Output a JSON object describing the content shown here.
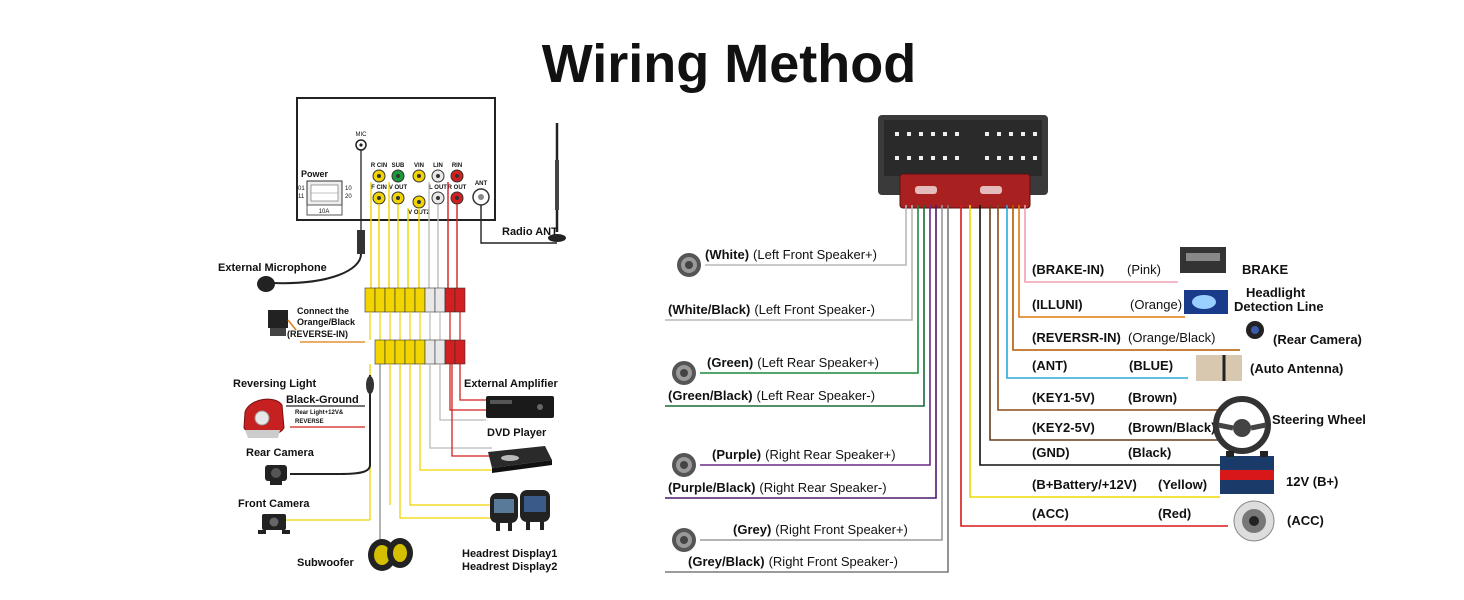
{
  "title": "Wiring Method",
  "left": {
    "unit": {
      "power": "Power",
      "pin_01": "01",
      "pin_10": "10",
      "pin_11": "11",
      "pin_20": "20",
      "fuse": "10A",
      "mic": "MIC",
      "ant": "ANT",
      "jacks_top": [
        "R CIN",
        "SUB",
        "VIN",
        "LIN",
        "RIN"
      ],
      "jacks_bottom": [
        "F CIN",
        "V OUT",
        "L OUT",
        "R OUT"
      ],
      "v_out2": "V OUT2"
    },
    "labels": {
      "radio_ant": "Radio ANT",
      "external_microphone": "External Microphone",
      "connect_line1": "Connect the",
      "connect_line2": "Orange/Black",
      "connect_line3": "(REVERSE-IN)",
      "reversing_light": "Reversing Light",
      "black_ground": "Black-Ground",
      "rear_light_1": "Rear Light+12V&",
      "rear_light_2": "REVERSE",
      "rear_camera": "Rear Camera",
      "front_camera": "Front Camera",
      "subwoofer": "Subwoofer",
      "external_amplifier": "External Amplifier",
      "dvd_player": "DVD Player",
      "headrest_1": "Headrest Display1",
      "headrest_2": "Headrest Display2"
    }
  },
  "speakers": [
    {
      "label": "(White)",
      "desc": "(Left Front Speaker+)",
      "color": "#b8b8b8"
    },
    {
      "label": "(White/Black)",
      "desc": "(Left Front Speaker-)",
      "color": "#b8b8b8"
    },
    {
      "label": "(Green)",
      "desc": "(Left Rear Speaker+)",
      "color": "#1a8a3a"
    },
    {
      "label": "(Green/Black)",
      "desc": "(Left Rear Speaker-)",
      "color": "#1a6a3a"
    },
    {
      "label": "(Purple)",
      "desc": "(Right Rear Speaker+)",
      "color": "#6a2a8a"
    },
    {
      "label": "(Purple/Black)",
      "desc": "(Right Rear Speaker-)",
      "color": "#4a1a6a"
    },
    {
      "label": "(Grey)",
      "desc": "(Right Front Speaker+)",
      "color": "#9a9a9a"
    },
    {
      "label": "(Grey/Black)",
      "desc": "(Right Front Speaker-)",
      "color": "#7a7a7a"
    }
  ],
  "right_wires": [
    {
      "label": "(BRAKE-IN)",
      "color_name": "(Pink)",
      "target": "BRAKE",
      "color": "#f2a0b4"
    },
    {
      "label": "(ILLUNI)",
      "color_name": "(Orange)",
      "target": "Headlight",
      "target2": "Detection Line",
      "color": "#e07a10"
    },
    {
      "label": "(REVERSR-IN)",
      "color_name": "(Orange/Black)",
      "target": "(Rear Camera)",
      "color": "#b35a00"
    },
    {
      "label": "(ANT)",
      "color_name": "(BLUE)",
      "target": "(Auto Antenna)",
      "color": "#2aa8d8"
    },
    {
      "label": "(KEY1-5V)",
      "color_name": "(Brown)",
      "target": "Steering Wheel",
      "color": "#8a4a1a"
    },
    {
      "label": "(KEY2-5V)",
      "color_name": "(Brown/Black)",
      "color": "#6a3a1a"
    },
    {
      "label": "(GND)",
      "color_name": "(Black)",
      "color": "#111111"
    },
    {
      "label": "(B+Battery/+12V)",
      "color_name": "(Yellow)",
      "target": "12V    (B+)",
      "color": "#f0d800"
    },
    {
      "label": "(ACC)",
      "color_name": "(Red)",
      "target": "(ACC)",
      "color": "#d81818"
    }
  ],
  "colors": {
    "rca_yellow": "#f1d400",
    "rca_white": "#e8e8e8",
    "rca_red": "#d21f1f",
    "rca_green": "#1a9a3a",
    "connector_red": "#a82020"
  }
}
